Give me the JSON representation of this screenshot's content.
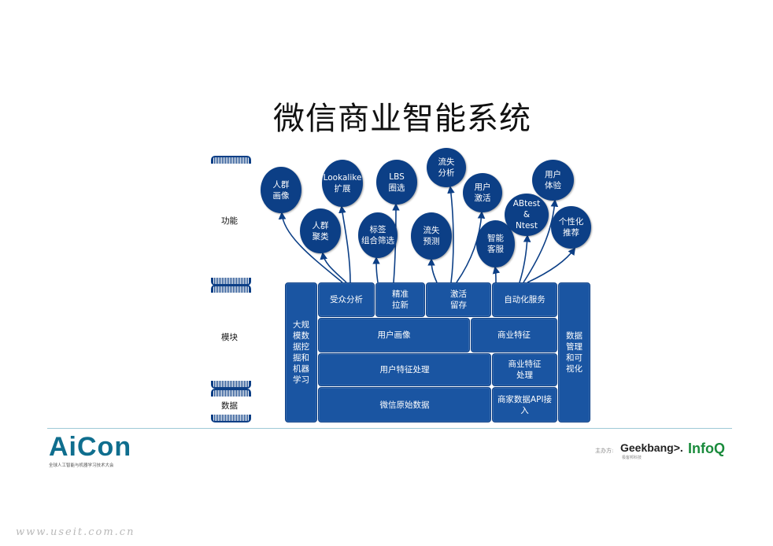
{
  "title": "微信商业智能系统",
  "layers": {
    "function": "功能",
    "module": "模块",
    "data": "数据"
  },
  "bubbles": [
    "人群\n画像",
    "Lookalike\n扩展",
    "LBS\n圈选",
    "流失\n分析",
    "用户\n激活",
    "用户\n体验",
    "人群\n聚类",
    "标签\n组合筛选",
    "流失\n预测",
    "智能\n客服",
    "ABtest\n&\nNtest",
    "个性化\n推荐"
  ],
  "modules": {
    "left_col": "大规\n模数\n据挖\n掘和\n机器\n学习",
    "right_col": "数据\n管理\n和可\n视化",
    "audience": "受众分析",
    "precise": "精准\n拉新",
    "activate": "激活\n留存",
    "auto": "自动化服务",
    "user_profile": "用户画像",
    "biz_feature": "商业特征",
    "user_feature_proc": "用户特征处理",
    "biz_feature_proc": "商业特征\n处理",
    "wechat_raw": "微信原始数据",
    "merchant_api": "商家数据API接\n入"
  },
  "footer": {
    "logo": "AiCon",
    "logo_sub": "全球人工智能与机器学习技术大会",
    "host_label": "主办方:",
    "geekbang": "Geekbang>.",
    "geekbang_sub": "极客邦科技",
    "infoq": "InfoQ",
    "watermark": "www.useit.com.cn"
  },
  "colors": {
    "dark_blue": "#0c3f86",
    "box_blue": "#1a55a2",
    "accent_teal": "#0f6e8e"
  }
}
